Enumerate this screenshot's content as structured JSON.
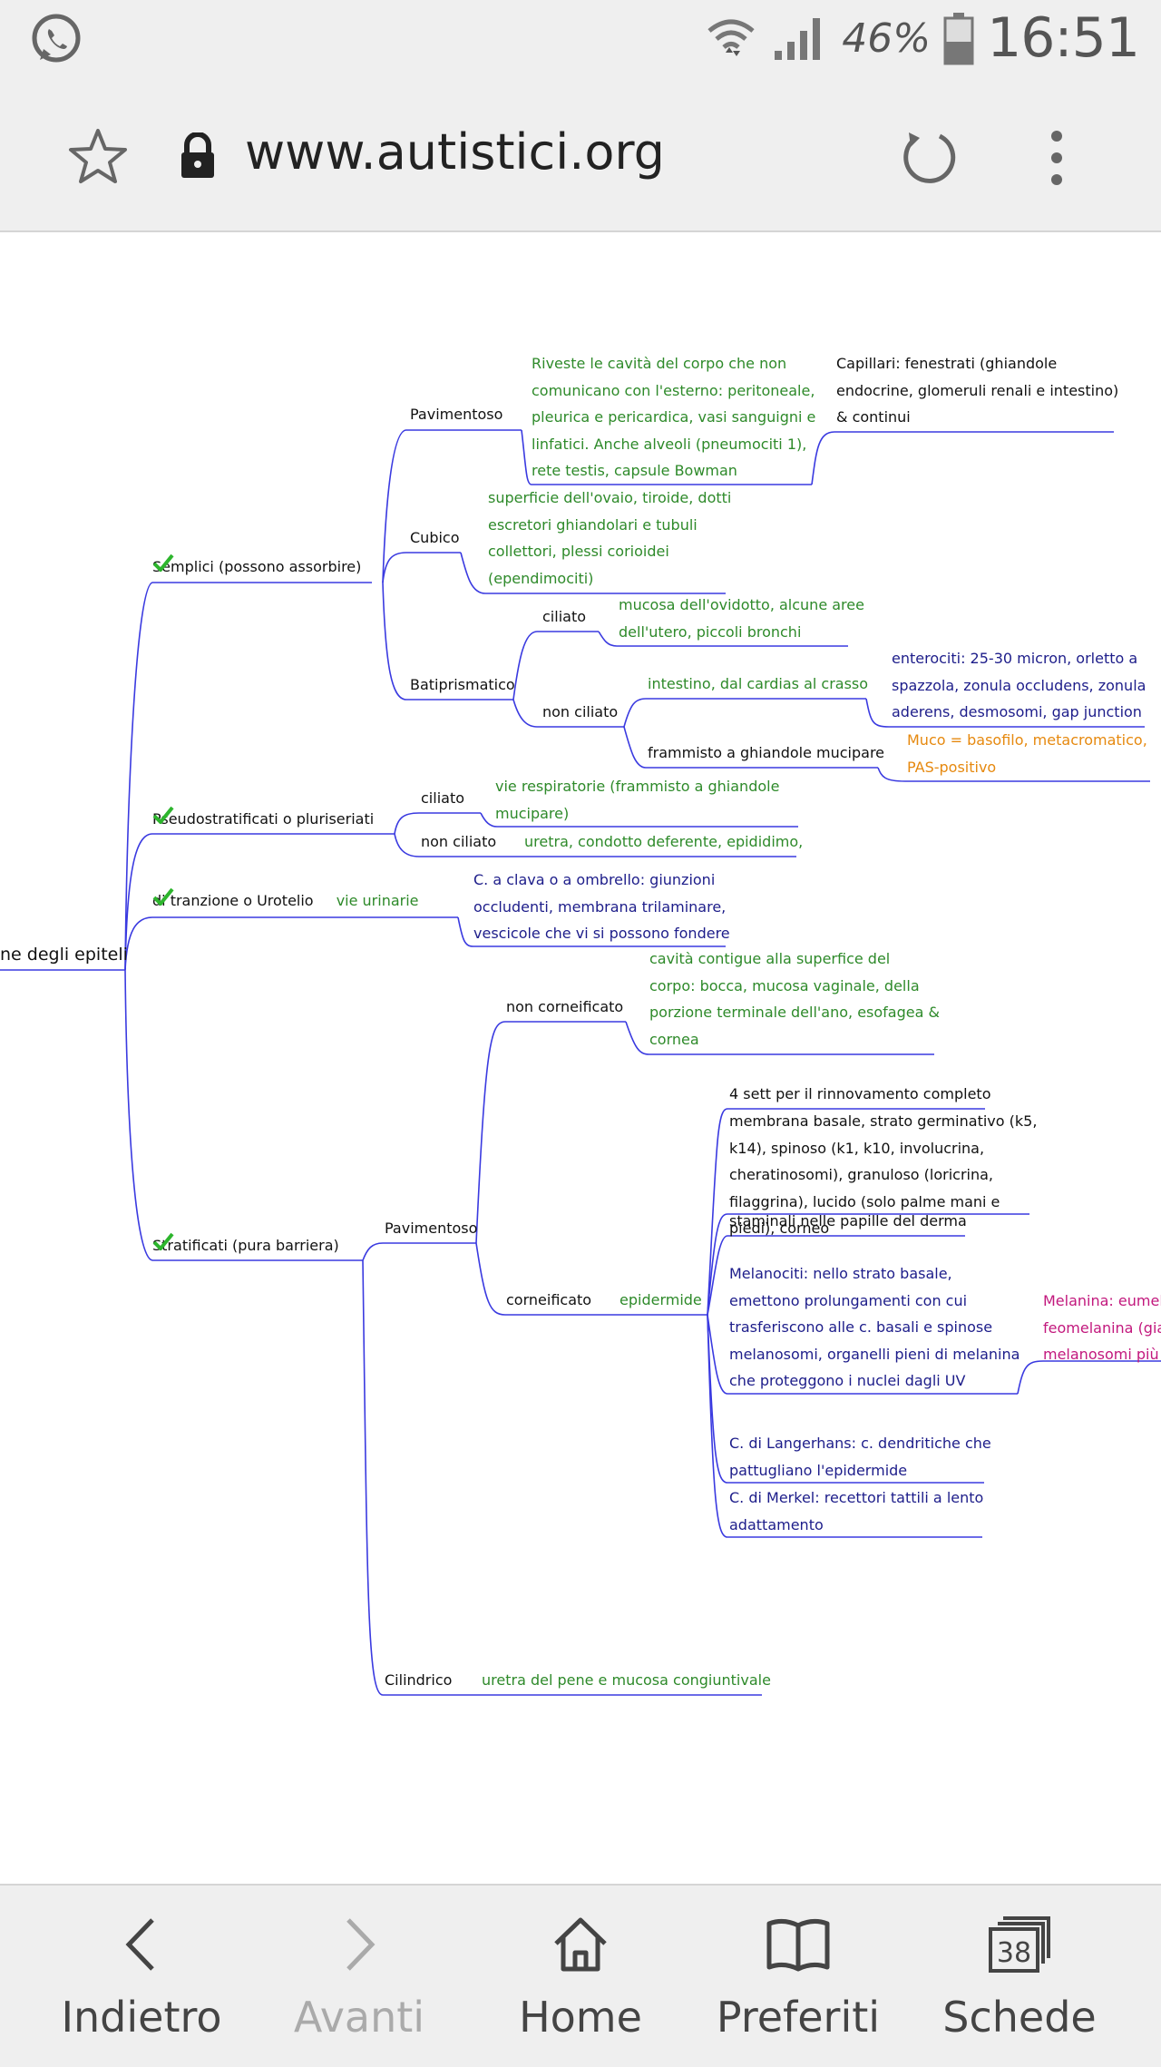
{
  "status_bar": {
    "battery_percent": "46%",
    "time": "16:51",
    "app_icon": "whatsapp-icon",
    "wifi_icon": "wifi-icon",
    "signal_icon": "signal-icon",
    "battery_icon": "battery-icon"
  },
  "browser": {
    "url": "www.autistici.org",
    "favorite_icon": "star-icon",
    "lock_icon": "lock-icon",
    "reload_icon": "reload-icon",
    "menu_icon": "more-vert-icon"
  },
  "mindmap": {
    "root": "ne degli epiteli",
    "semplici": {
      "label": "Semplici (possono assorbire)",
      "pavimentoso": {
        "label": "Pavimentoso",
        "desc": [
          "Riveste le cavità del corpo che non",
          "comunicano con l'esterno: peritoneale,",
          "pleurica e pericardica, vasi sanguigni e",
          "linfatici. Anche alveoli (pneumociti 1),",
          "rete testis, capsule Bowman"
        ],
        "capillari": [
          "Capillari: fenestrati (ghiandole",
          "endocrine, glomeruli renali e intestino)",
          "& continui"
        ]
      },
      "cubico": {
        "label": "Cubico",
        "desc": [
          "superficie dell'ovaio, tiroide, dotti",
          "escretori ghiandolari e tubuli",
          "collettori, plessi corioidei",
          "(ependimociti)"
        ]
      },
      "batiprismatico": {
        "label": "Batiprismatico",
        "ciliato": "ciliato",
        "ciliato_desc": [
          "mucosa dell'ovidotto, alcune aree",
          "dell'utero, piccoli bronchi"
        ],
        "non_ciliato": "non ciliato",
        "intestino": "intestino, dal cardias al crasso",
        "enterociti": [
          "enterociti: 25-30 micron, orletto a",
          "spazzola, zonula occludens, zonula",
          "aderens, desmosomi, gap junction"
        ],
        "frammisto": "frammisto a ghiandole mucipare",
        "muco": [
          "Muco = basofilo, metacromatico,",
          "PAS-positivo"
        ]
      }
    },
    "pseudostratificati": {
      "label": "Pseudostratificati o pluriseriati",
      "ciliato": "ciliato",
      "ciliato_desc": [
        "vie respiratorie (frammisto a ghiandole",
        "mucipare)"
      ],
      "non_ciliato": "non ciliato",
      "non_ciliato_desc": "uretra, condotto deferente, epididimo,"
    },
    "transizione": {
      "label": "di tranzione o Urotelio",
      "vie": "vie urinarie",
      "desc": [
        "C. a clava o a ombrello: giunzioni",
        "occludenti, membrana trilaminare,",
        "vescicole che vi si possono fondere"
      ]
    },
    "stratificati": {
      "label": "Stratificati (pura barriera)",
      "pavimentoso": "Pavimentoso",
      "non_corneificato": "non corneificato",
      "non_corneificato_desc": [
        "cavità contigue alla superfice del",
        "corpo: bocca, mucosa vaginale, della",
        "porzione terminale dell'ano, esofagea &",
        "cornea"
      ],
      "corneificato": "corneificato",
      "epidermide": "epidermide",
      "rinnovamento": "4 sett per il rinnovamento completo",
      "strati": [
        "membrana basale, strato germinativo (k5,",
        "k14), spinoso (k1, k10, involucrina,",
        "cheratinosomi), granuloso (loricrina,",
        "filaggrina), lucido (solo palme mani e",
        "piedi), corneo"
      ],
      "staminali": "staminali nelle papille del derma",
      "melanociti": [
        "Melanociti: nello strato basale,",
        "emettono prolungamenti con cui",
        "trasferiscono alle c. basali e spinose",
        "melanosomi, organelli pieni di melanina",
        "che proteggono i nuclei dagli UV"
      ],
      "melanina": [
        "Melanina: eumel",
        "feomelanina (gia",
        "melanosomi più"
      ],
      "langerhans": [
        "C. di Langerhans: c. dendritiche che",
        "pattugliano l'epidermide"
      ],
      "merkel": [
        "C. di Merkel: recettori tattili a lento",
        "adattamento"
      ],
      "cilindrico": "Cilindrico",
      "cilindrico_desc": "uretra del pene e mucosa congiuntivale"
    },
    "check_icon": "check-icon"
  },
  "bottom_nav": {
    "back": "Indietro",
    "forward": "Avanti",
    "home": "Home",
    "bookmarks": "Preferiti",
    "tabs": "Schede",
    "tabs_count": "38"
  },
  "colors": {
    "branch": "#3a3ae0",
    "green_text": "#2e8a2a",
    "blue_text": "#1d1d8a",
    "orange_text": "#e6890f",
    "magenta_text": "#c2187d",
    "check": "#2db52d"
  }
}
